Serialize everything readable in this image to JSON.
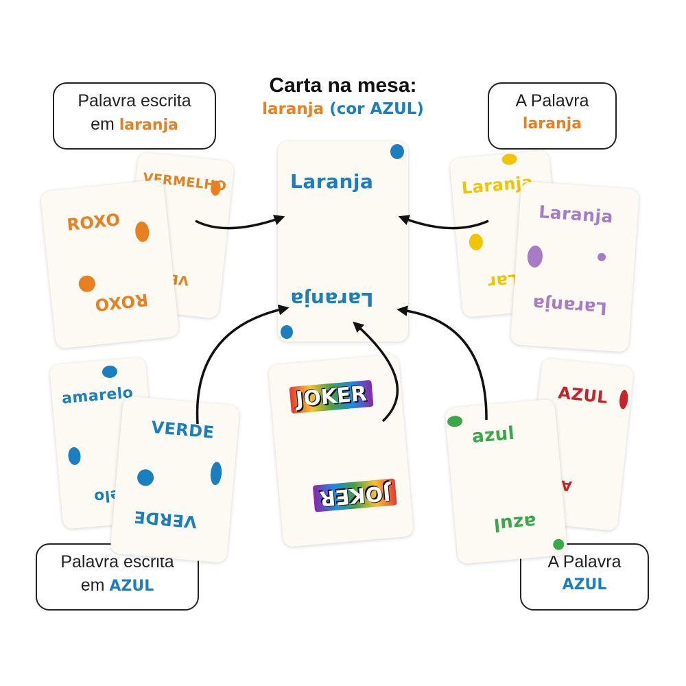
{
  "title": {
    "main": "Carta na mesa:",
    "word": "laranja",
    "paren_open": "(cor ",
    "paren_color": "AZUL",
    "paren_close": ")"
  },
  "callouts": {
    "top_left": {
      "line1": "Palavra escrita",
      "prefix": "em ",
      "highlight": "laranja"
    },
    "top_right": {
      "line1": "A Palavra",
      "highlight": "laranja"
    },
    "bottom_left": {
      "line1": "Palavra escrita",
      "prefix": "em ",
      "highlight": "AZUL"
    },
    "bottom_right": {
      "line1": "A Palavra",
      "highlight": "AZUL"
    }
  },
  "cards": {
    "center": {
      "word": "Laranja"
    },
    "top_left_back": {
      "word": "VERMELHO",
      "partial": "VER"
    },
    "top_left_front": {
      "word": "ROXO"
    },
    "top_right_back": {
      "word": "Laranja",
      "partial": "Lar"
    },
    "top_right_front": {
      "word": "Laranja"
    },
    "bottom_left_back": {
      "word": "amarelo",
      "partial": "elo"
    },
    "bottom_left_front": {
      "word": "VERDE"
    },
    "joker": {
      "word": "JOKER"
    },
    "bottom_right_back": {
      "word": "AZUL",
      "partial": "A"
    },
    "bottom_right_front": {
      "word": "azul"
    }
  },
  "colors": {
    "orange": "#e8801f",
    "blue": "#1a7fc0",
    "yellow": "#f2c400",
    "purple": "#a67cc8",
    "green": "#3aa84a",
    "red": "#c8222a"
  }
}
